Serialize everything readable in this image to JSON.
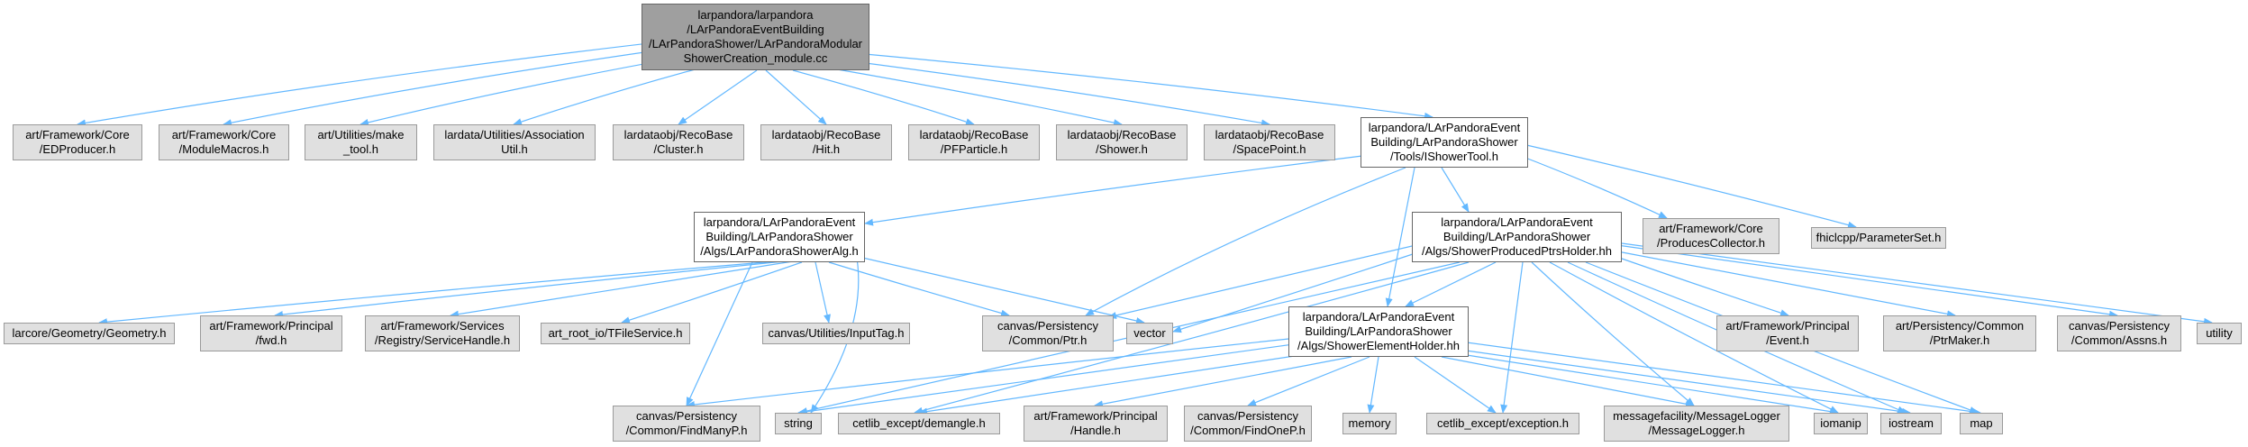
{
  "colors": {
    "edge": "#63b8ff",
    "node_fill": "#e0e0e0",
    "root_fill": "#9f9f9f",
    "border": "#9a9a9a"
  },
  "nodes": {
    "root": "larpandora/larpandora\n/LArPandoraEventBuilding\n/LArPandoraShower/LArPandoraModular\nShowerCreation_module.cc",
    "edproducer": "art/Framework/Core\n/EDProducer.h",
    "modulemacros": "art/Framework/Core\n/ModuleMacros.h",
    "make_tool": "art/Utilities/make\n_tool.h",
    "assocutil": "lardata/Utilities/Association\nUtil.h",
    "cluster": "lardataobj/RecoBase\n/Cluster.h",
    "hit": "lardataobj/RecoBase\n/Hit.h",
    "pfparticle": "lardataobj/RecoBase\n/PFParticle.h",
    "shower": "lardataobj/RecoBase\n/Shower.h",
    "spacepoint": "lardataobj/RecoBase\n/SpacePoint.h",
    "ishowertool": "larpandora/LArPandoraEvent\nBuilding/LArPandoraShower\n/Tools/IShowerTool.h",
    "showeralg": "larpandora/LArPandoraEvent\nBuilding/LArPandoraShower\n/Algs/LArPandoraShowerAlg.h",
    "producedptrs": "larpandora/LArPandoraEvent\nBuilding/LArPandoraShower\n/Algs/ShowerProducedPtrsHolder.hh",
    "producescollector": "art/Framework/Core\n/ProducesCollector.h",
    "parameterset": "fhiclcpp/ParameterSet.h",
    "geometry": "larcore/Geometry/Geometry.h",
    "principal_fwd": "art/Framework/Principal\n/fwd.h",
    "servicehandle": "art/Framework/Services\n/Registry/ServiceHandle.h",
    "tfileservice": "art_root_io/TFileService.h",
    "inputtag": "canvas/Utilities/InputTag.h",
    "ptr": "canvas/Persistency\n/Common/Ptr.h",
    "vector": "vector",
    "elementholder": "larpandora/LArPandoraEvent\nBuilding/LArPandoraShower\n/Algs/ShowerElementHolder.hh",
    "event": "art/Framework/Principal\n/Event.h",
    "ptrmaker": "art/Persistency/Common\n/PtrMaker.h",
    "assns": "canvas/Persistency\n/Common/Assns.h",
    "utility": "utility",
    "findmanyp": "canvas/Persistency\n/Common/FindManyP.h",
    "string": "string",
    "demangle": "cetlib_except/demangle.h",
    "handle": "art/Framework/Principal\n/Handle.h",
    "findonep": "canvas/Persistency\n/Common/FindOneP.h",
    "memory": "memory",
    "exception": "cetlib_except/exception.h",
    "messagelogger": "messagefacility/MessageLogger\n/MessageLogger.h",
    "iomanip": "iomanip",
    "iostream": "iostream",
    "map": "map"
  }
}
